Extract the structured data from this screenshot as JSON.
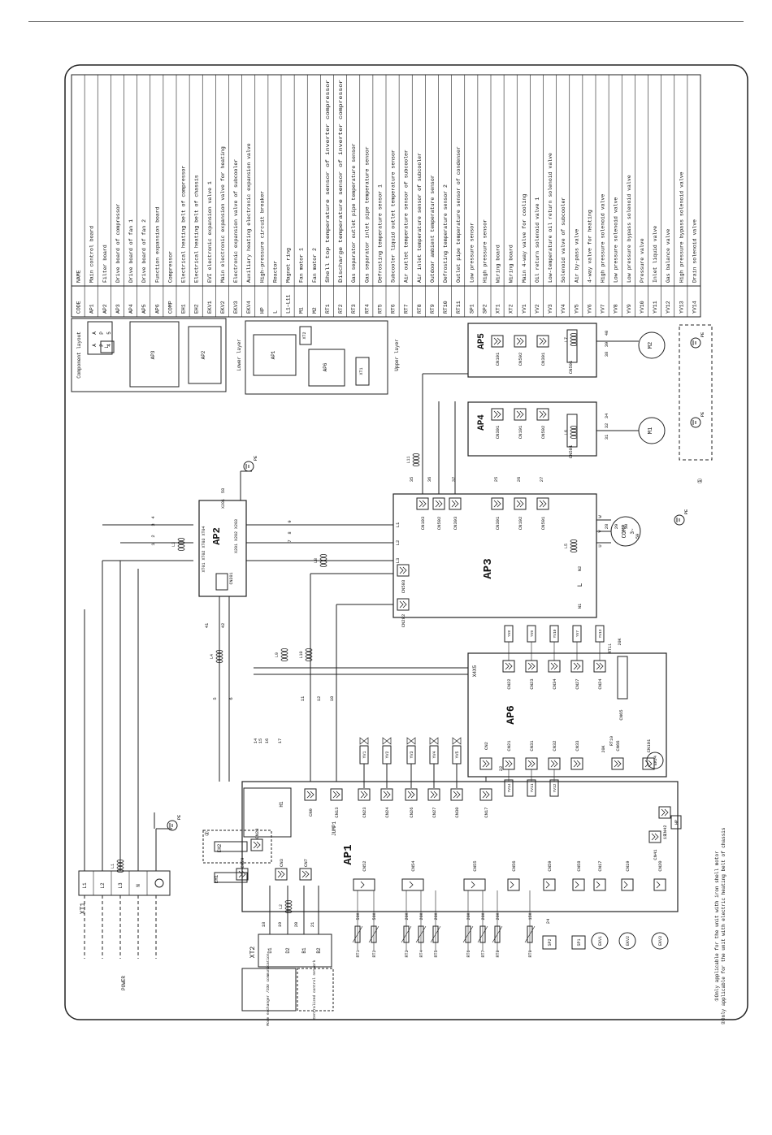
{
  "legend": {
    "header": [
      "CODE",
      "NAME"
    ],
    "rows": [
      [
        "AP1",
        "Main control board"
      ],
      [
        "AP2",
        "Filter board"
      ],
      [
        "AP3",
        "Drive board of compressor"
      ],
      [
        "AP4",
        "Drive board of fan 1"
      ],
      [
        "AP5",
        "Drive board of fan 2"
      ],
      [
        "AP6",
        "Function expansion board"
      ],
      [
        "COMP",
        "Compressor"
      ],
      [
        "EH1",
        "Electrical heating belt of compressor"
      ],
      [
        "EH2",
        "Electrical heating belt of chassis"
      ],
      [
        "EKV1",
        "EVI electronic expansion valve 1"
      ],
      [
        "EKV2",
        "Main electronic expansion valve for heating"
      ],
      [
        "EKV3",
        "Electronic expansion valve of subcooler"
      ],
      [
        "EKV4",
        "Auxiliary heating electronic expansion valve"
      ],
      [
        "HP",
        "High-pressure circuit breaker"
      ],
      [
        "L",
        "Reactor"
      ],
      [
        "L1~L11",
        "Magnet ring"
      ],
      [
        "M1",
        "Fan motor 1"
      ],
      [
        "M2",
        "Fan motor 2"
      ],
      [
        "RT1",
        "Shell top temperature sensor of inverter compressor"
      ],
      [
        "RT2",
        "Discharge temperature sensor of inverter compressor"
      ],
      [
        "RT3",
        "Gas separator outlet pipe temperature sensor"
      ],
      [
        "RT4",
        "Gas separator inlet pipe temperature sensor"
      ],
      [
        "RT5",
        "Defrosting temperature sensor 1"
      ],
      [
        "RT6",
        "Subcooler liquid outlet temperature sensor"
      ],
      [
        "RT7",
        "Air outlet temperature sensor of subcooler"
      ],
      [
        "RT8",
        "Air inlet temperature sensor of subcooler"
      ],
      [
        "RT9",
        "Outdoor ambient temperature sensor"
      ],
      [
        "RT10",
        "Defrosting temperature sensor 2"
      ],
      [
        "RT11",
        "Outlet pipe temperature sensor of condenser"
      ],
      [
        "SP1",
        "Low pressure sensor"
      ],
      [
        "SP2",
        "High pressure sensor"
      ],
      [
        "XT1",
        "Wiring board"
      ],
      [
        "XT2",
        "Wiring board"
      ],
      [
        "YV1",
        "Main 4-way valve for cooling"
      ],
      [
        "YV2",
        "Oil return solenoid valve 1"
      ],
      [
        "YV3",
        "Low-temperature oil return solenoid valve"
      ],
      [
        "YV4",
        "Solenoid valve of subcooler"
      ],
      [
        "YV5",
        "Air by-pass valve"
      ],
      [
        "YV6",
        "4-way valve for heating"
      ],
      [
        "YV7",
        "High pressure solenoid valve"
      ],
      [
        "YV8",
        "Low pressure solenoid valve"
      ],
      [
        "YV9",
        "Low pressure bypass solenoid valve"
      ],
      [
        "YV10",
        "Pressure valve"
      ],
      [
        "YV11",
        "Inlet liquid valve"
      ],
      [
        "YV12",
        "Gas balance valve"
      ],
      [
        "YV13",
        "High pressure bypass solenoid valve"
      ],
      [
        "YV14",
        "Drain solenoid valve"
      ]
    ]
  },
  "component_layout": {
    "title": "Component layout",
    "lower_label": "Lower layer",
    "upper_label": "Upper layer",
    "blocks": [
      "AP3",
      "AP2",
      "L",
      "AP1",
      "AP6",
      "XT2",
      "XT1"
    ],
    "stack_letters": [
      "A",
      "P",
      "4",
      "A",
      "P",
      "5"
    ]
  },
  "boards": {
    "ap1": "AP1",
    "ap2": "AP2",
    "ap3": "AP3",
    "ap4": "AP4",
    "ap5": "AP5",
    "ap6": "AP6",
    "xt1": "XT1",
    "xt2": "XT2",
    "comp": "COMP",
    "comp_sub": "3~",
    "m1": "M1",
    "m2": "M2",
    "reactor": "L",
    "power": "POWER",
    "jump": "JUMP1",
    "h1": "H1",
    "x4x5": "X4X5"
  },
  "xt1_terminals": [
    "L1",
    "L2",
    "L3",
    "N"
  ],
  "xt2_terminals": [
    "D1",
    "D2",
    "B1",
    "B2"
  ],
  "ap1_connectors": {
    "top_row": [
      "CN9",
      "CN13",
      "CN23",
      "CN24",
      "CN26",
      "CN27",
      "CN30",
      "CN17"
    ],
    "bottom_row": [
      "CN52",
      "CN54",
      "CN55",
      "CN56",
      "CN59",
      "CN58",
      "CN17",
      "CN19",
      "CN20"
    ],
    "left": [
      "CN28",
      "CN29",
      "CN3",
      "CN7"
    ],
    "right": [
      "CN41",
      "CN42"
    ]
  },
  "ap3_connectors": [
    "CN103",
    "CN502",
    "CN303",
    "CN301",
    "CN102",
    "CN501",
    "CN503",
    "CN202"
  ],
  "ap3_terminals": [
    "L1",
    "L2",
    "L3",
    "N1",
    "N2",
    "U",
    "V",
    "W"
  ],
  "ap2_terminals": {
    "top": "XT01 XT02 XT03 XT04",
    "bottom": "X201 X202 X203",
    "cn": "CN201",
    "right": "X201"
  },
  "ap4_connectors": [
    "CN301",
    "CN101",
    "CN502",
    "CN501"
  ],
  "ap5_connectors": [
    "CN101",
    "CN502",
    "CN301",
    "CN501"
  ],
  "ap6_connectors": {
    "top": [
      "CN22",
      "CN23",
      "CN34",
      "CN27",
      "CN24",
      "CN65"
    ],
    "bottom": [
      "CN2",
      "CN21",
      "CN31",
      "CN32",
      "CN33",
      "CN66",
      "CN101"
    ]
  },
  "valves": {
    "ap1": [
      "YV1",
      "YV2",
      "YV3",
      "YV4",
      "YV5",
      "YV6"
    ],
    "ap6_top": [
      "YV8",
      "YV9",
      "YV10",
      "YV7",
      "YV13"
    ],
    "ap6_bottom": [
      "YV14",
      "YV11",
      "YV12"
    ]
  },
  "sensors": [
    {
      "name": "RT1",
      "value": "50K"
    },
    {
      "name": "RT2",
      "value": "50K"
    },
    {
      "name": "RT3",
      "value": "20K"
    },
    {
      "name": "RT4",
      "value": "20K"
    },
    {
      "name": "RT5",
      "value": "20K"
    },
    {
      "name": "RT6",
      "value": "20K"
    },
    {
      "name": "RT7",
      "value": "20K"
    },
    {
      "name": "RT8",
      "value": "20K"
    },
    {
      "name": "RT9",
      "value": "15K"
    },
    {
      "name": "RT10",
      "value": "20K"
    },
    {
      "name": "RT11",
      "value": "20K"
    }
  ],
  "pressure": [
    "SP2",
    "SP1",
    "HP"
  ],
  "eev": [
    "EKV1",
    "EKV2",
    "EKV3",
    "EKV4"
  ],
  "heaters": [
    "EH1",
    "EH2"
  ],
  "rings": [
    "L1",
    "L2",
    "L3",
    "L4",
    "L5",
    "L6",
    "L7",
    "L8",
    "L9",
    "L10",
    "L11"
  ],
  "wire_numbers": [
    "1",
    "2",
    "3",
    "4",
    "5",
    "6",
    "7",
    "8",
    "9",
    "10",
    "11",
    "12",
    "13",
    "14",
    "15",
    "16",
    "17",
    "18",
    "19",
    "20",
    "21",
    "22",
    "24",
    "25",
    "26",
    "27",
    "28",
    "29",
    "30",
    "31",
    "32",
    "34",
    "35",
    "36",
    "37",
    "38",
    "39",
    "40",
    "41",
    "42",
    "58",
    "59"
  ],
  "pe_label": "PE",
  "notes": [
    "①Only applicable for the unit with iron shell motor",
    "②Only applicable for the unit with electric heating belt of chassis"
  ],
  "note_markers": [
    "①",
    "②"
  ],
  "side_boxes": [
    "Mode exchanger /IDU communication",
    "Centralized control network"
  ]
}
